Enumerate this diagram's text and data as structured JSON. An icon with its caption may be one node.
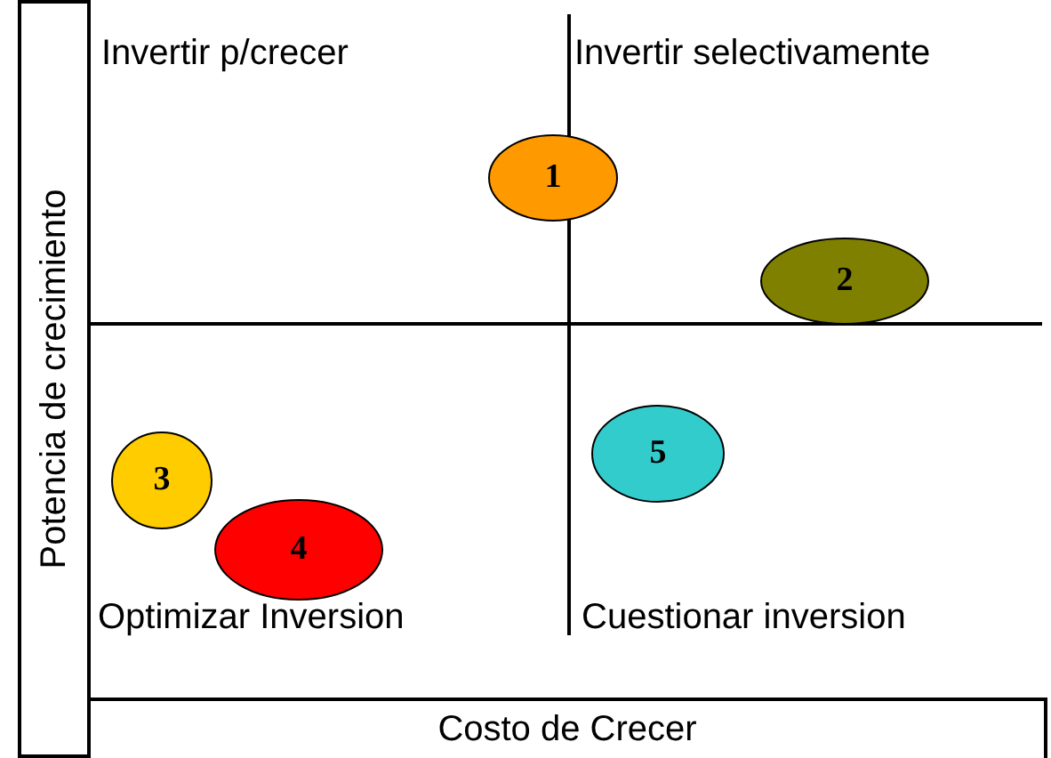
{
  "diagram": {
    "nodes": [
      {
        "text": [
          "1"
        ]
      },
      {
        "text": [
          "2"
        ]
      },
      {
        "text": [
          "3"
        ]
      },
      {
        "text": [
          "4"
        ]
      },
      {
        "text": [
          "5"
        ]
      },
      {
        "text": [
          "Potencia de crecimiento"
        ]
      },
      {
        "text": [
          "Costo de Crecer"
        ]
      }
    ],
    "labels": [
      "Invertir p/crecer",
      "Invertir selectivamente",
      "Optimizar Inversion",
      "Cuestionar inversion"
    ]
  }
}
